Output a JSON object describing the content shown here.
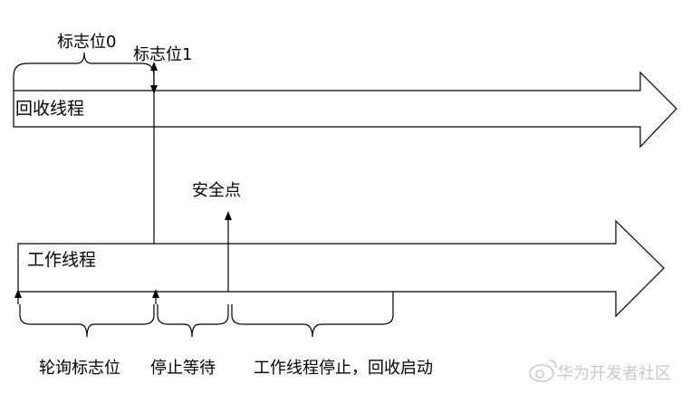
{
  "labels": {
    "flag0": "标志位0",
    "flag1": "标志位1",
    "gc_thread": "回收线程",
    "safepoint": "安全点",
    "worker_thread": "工作线程",
    "poll_flag": "轮询标志位",
    "stop_wait": "停止等待",
    "worker_stop_gc_start": "工作线程停止，回收启动"
  },
  "watermark": {
    "text": "华为开发者社区",
    "icon": "weibo-icon"
  }
}
